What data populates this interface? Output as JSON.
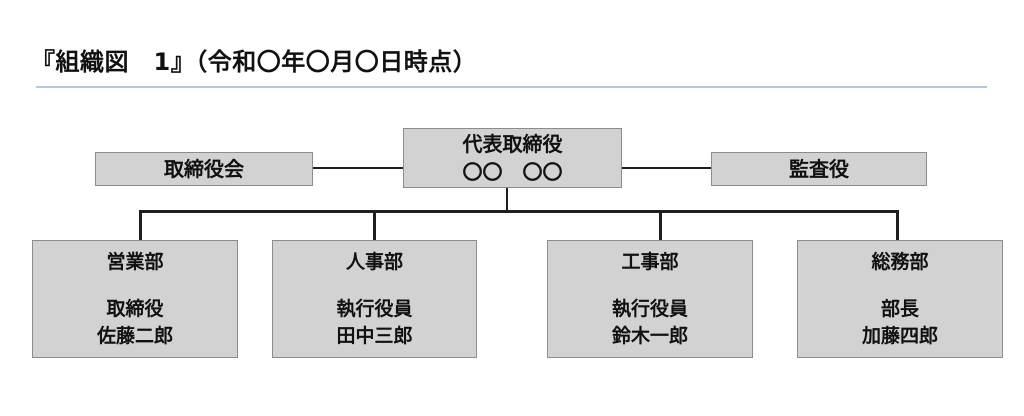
{
  "header": {
    "title": "『組織図　1』（令和〇年〇月〇日時点）"
  },
  "colors": {
    "box_fill": "#d2d2d2",
    "box_border": "#8c8c8c",
    "connector": "#1f1f1f",
    "title_rule": "#b4c7e7",
    "text": "#111111",
    "background": "#ffffff"
  },
  "org_chart": {
    "root": {
      "title": "代表取締役",
      "name": "〇〇　〇〇"
    },
    "board": {
      "label": "取締役会"
    },
    "auditor": {
      "label": "監査役"
    },
    "departments": [
      {
        "dept": "営業部",
        "role": "取締役",
        "name": "佐藤二郎"
      },
      {
        "dept": "人事部",
        "role": "執行役員",
        "name": "田中三郎"
      },
      {
        "dept": "工事部",
        "role": "執行役員",
        "name": "鈴木一郎"
      },
      {
        "dept": "総務部",
        "role": "部長",
        "name": "加藤四郎"
      }
    ]
  }
}
